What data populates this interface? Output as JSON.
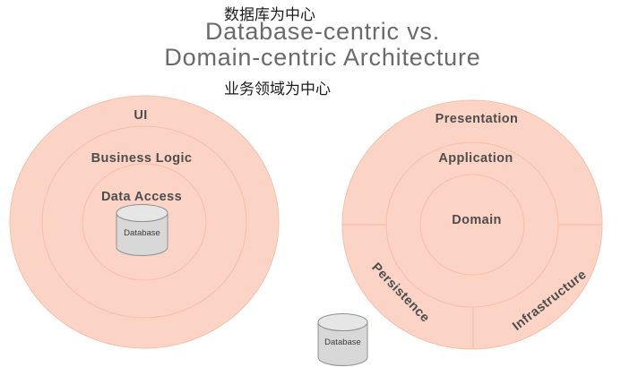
{
  "header": {
    "chinese_top": "数据库为中心",
    "title_line1": "Database-centric vs.",
    "title_line2": "Domain-centric Architecture",
    "chinese_bottom": "业务领域为中心"
  },
  "left_diagram": {
    "rings": [
      "UI",
      "Business Logic",
      "Data Access"
    ],
    "database_label": "Database"
  },
  "right_diagram": {
    "rings": [
      "Presentation",
      "Application",
      "Domain"
    ],
    "segments": [
      "Persistence",
      "Infrastructure"
    ],
    "database_label": "Database"
  },
  "colors": {
    "circle_fill": "#fbd4c6",
    "ring_stroke": "#f4bfa9",
    "label_text": "#4d4d4d",
    "title_text": "#6a6a6a",
    "chinese_text": "#1c1c1c",
    "cylinder_fill": "#d8d8d8",
    "cylinder_top": "#e6e6e6",
    "cylinder_stroke": "#909090",
    "db_text": "#3c3c3c"
  }
}
